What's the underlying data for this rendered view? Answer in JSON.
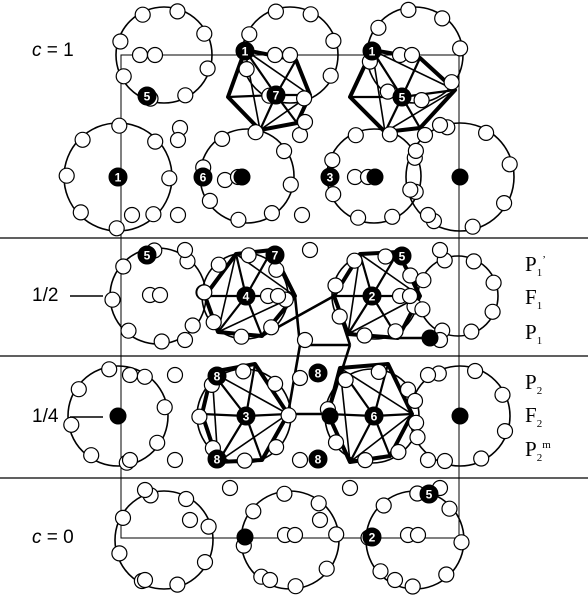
{
  "levels": {
    "c1": {
      "var": "c",
      "value": " = 1"
    },
    "half": "1/2",
    "quarter": "1/4",
    "c0": {
      "var": "c",
      "value": " = 0"
    }
  },
  "site_labels": {
    "upper": [
      {
        "base": "P",
        "sub": "1",
        "sup": "’"
      },
      {
        "base": "F",
        "sub": "1",
        "sup": ""
      },
      {
        "base": "P",
        "sub": "1",
        "sup": ""
      }
    ],
    "lower": [
      {
        "base": "P",
        "sub": "2",
        "sup": ""
      },
      {
        "base": "F",
        "sub": "2",
        "sup": ""
      },
      {
        "base": "P",
        "sub": "2",
        "sup": "m"
      }
    ]
  },
  "atom_numbers": [
    "1",
    "2",
    "3",
    "4",
    "5",
    "6",
    "7",
    "8"
  ],
  "colors": {
    "ink": "#000000",
    "atom_fill": "#ffffff",
    "background": "#ffffff"
  }
}
